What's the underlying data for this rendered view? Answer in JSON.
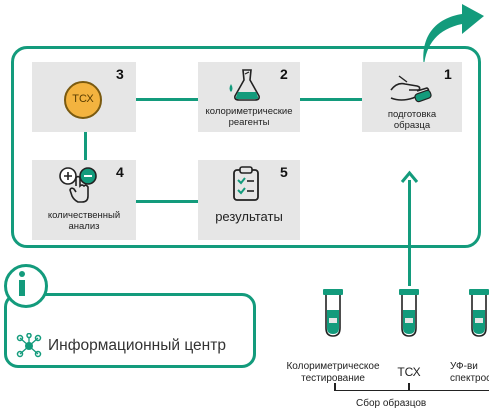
{
  "colors": {
    "teal": "#139b7c",
    "box": "#e6e6e6",
    "tcx_fill": "#f3b33f",
    "tcx_border": "#7a5a10"
  },
  "steps": [
    {
      "num": "1",
      "label": "подготовка\nобразца",
      "icon": "hand-sample-icon"
    },
    {
      "num": "2",
      "label": "колориметрические\nреагенты",
      "icon": "flask-icon"
    },
    {
      "num": "3",
      "label": "ТСХ",
      "icon": "tcx-circle"
    },
    {
      "num": "4",
      "label": "количественный\nанализ",
      "icon": "touch-plus-minus-icon"
    },
    {
      "num": "5",
      "label": "результаты",
      "icon": "clipboard-icon"
    }
  ],
  "info": {
    "title": "Информационный центр",
    "icon": "info-icon",
    "network_icon": "network-icon"
  },
  "samples": [
    {
      "label": "Колориметрическое\nтестирование"
    },
    {
      "label": "ТСХ"
    },
    {
      "label": "УФ-ви\nспектрос"
    }
  ],
  "footer_label": "Сбор образцов"
}
